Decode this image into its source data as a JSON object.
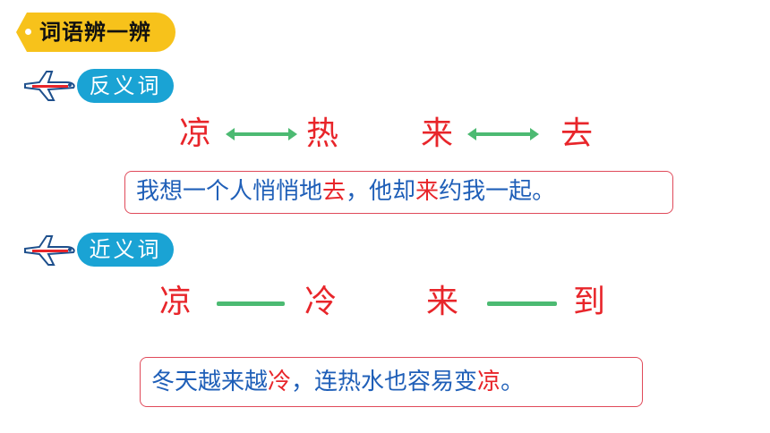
{
  "header": {
    "title": "词语辨一辨"
  },
  "antonyms": {
    "label": "反义词",
    "pairs": [
      {
        "left": "凉",
        "right": "热"
      },
      {
        "left": "来",
        "right": "去"
      }
    ],
    "sentence": {
      "p1": "我想一个人悄悄地",
      "h1": "去",
      "p2": "，他却",
      "h2": "来",
      "p3": "约我一起。"
    }
  },
  "synonyms": {
    "label": "近义词",
    "pairs": [
      {
        "left": "凉",
        "right": "冷"
      },
      {
        "left": "来",
        "right": "到"
      }
    ],
    "sentence": {
      "p1": "冬天越来越",
      "h1": "冷",
      "p2": "，连热水也容易变",
      "h2": "凉",
      "p3": "。"
    }
  },
  "colors": {
    "accent_yellow": "#f7c21b",
    "pill_blue": "#1aa3d4",
    "word_red": "#e8252a",
    "sentence_blue": "#1f5fb8",
    "arrow_green": "#4cba72",
    "box_border": "#e04a5a"
  },
  "icons": {
    "section_marker": "airplane-icon",
    "relation": "double-arrow-icon"
  }
}
